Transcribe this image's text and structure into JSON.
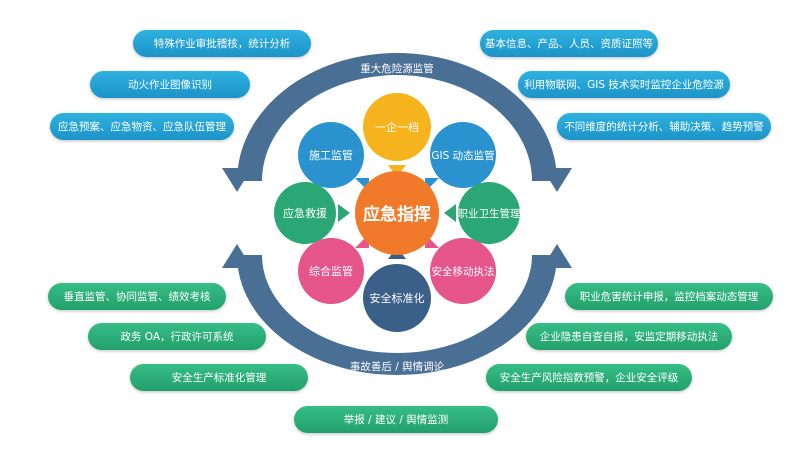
{
  "colors": {
    "arc": "#4a6f95",
    "center": "#f07a2a",
    "yellow": "#f5b31e",
    "blue": "#2a92cf",
    "green": "#2aa774",
    "pink": "#e5558a",
    "navy": "#3a5f88",
    "pill_blue": "#2aaadb",
    "pill_green": "#2eb07a"
  },
  "arcs": {
    "top_label": "重大危险源监管",
    "bottom_label": "事故善后 / 舆情调论"
  },
  "center": {
    "label": "应急指挥"
  },
  "circles": {
    "top": "一企一档",
    "upper_left": "施工监管",
    "upper_right": "GIS 动态监管",
    "left": "应急救援",
    "right": "职业卫生管理",
    "lower_left": "综合监管",
    "lower_right": "安全移动执法",
    "bottom": "安全标准化"
  },
  "pills": {
    "tl1": "特殊作业审批稽核，统计分析",
    "tl2": "动火作业图像识别",
    "tl3": "应急预案、应急物资、应急队伍管理",
    "tr1": "基本信息、产品、人员、资质证照等",
    "tr2": "利用物联网、GIS 技术实时监控企业危险源",
    "tr3": "不同维度的统计分析、辅助决策、趋势预警",
    "bl1": "垂直监管、协同监管、绩效考核",
    "bl2": "政务 OA，行政许可系统",
    "bl3": "安全生产标准化管理",
    "br1": "职业危害统计申报，监控档案动态管理",
    "br2": "企业隐患自查自报，安监定期移动执法",
    "br3": "安全生产风险指数预警，企业安全评级",
    "bottom": "举报 / 建议 / 舆情监测"
  }
}
